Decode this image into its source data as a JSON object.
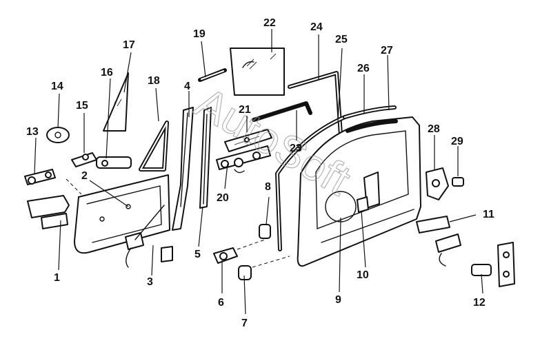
{
  "callouts": {
    "c1": "1",
    "c2": "2",
    "c3": "3",
    "c4": "4",
    "c5": "5",
    "c6": "6",
    "c7": "7",
    "c8": "8",
    "c9": "9",
    "c10": "10",
    "c11": "11",
    "c12": "12",
    "c13": "13",
    "c14": "14",
    "c15": "15",
    "c16": "16",
    "c17": "17",
    "c18": "18",
    "c19": "19",
    "c20": "20",
    "c21": "21",
    "c22": "22",
    "c23": "23",
    "c24": "24",
    "c25": "25",
    "c26": "26",
    "c27": "27",
    "c28": "28",
    "c29": "29"
  },
  "watermark": {
    "text": "AutoSoft"
  },
  "colors": {
    "ink": "#111111",
    "paper": "#ffffff",
    "watermark": "#9a9a9a"
  }
}
